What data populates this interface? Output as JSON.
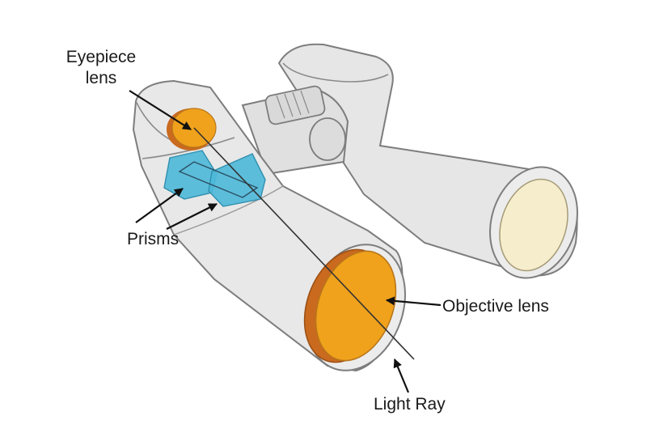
{
  "labels": {
    "eyepiece_line1": "Eyepiece",
    "eyepiece_line2": "lens",
    "prisms": "Prisms",
    "objective": "Objective lens",
    "light_ray": "Light Ray"
  },
  "colors": {
    "body_fill": "#e4e4e4",
    "body_outline": "#7a7a7a",
    "lens_orange": "#f0a21c",
    "lens_rim": "#c96a1e",
    "prism_blue": "#4db8d8",
    "back_lens": "#f6edcc",
    "arrow": "#111111"
  },
  "icons": [
    "binoculars-illustration"
  ]
}
